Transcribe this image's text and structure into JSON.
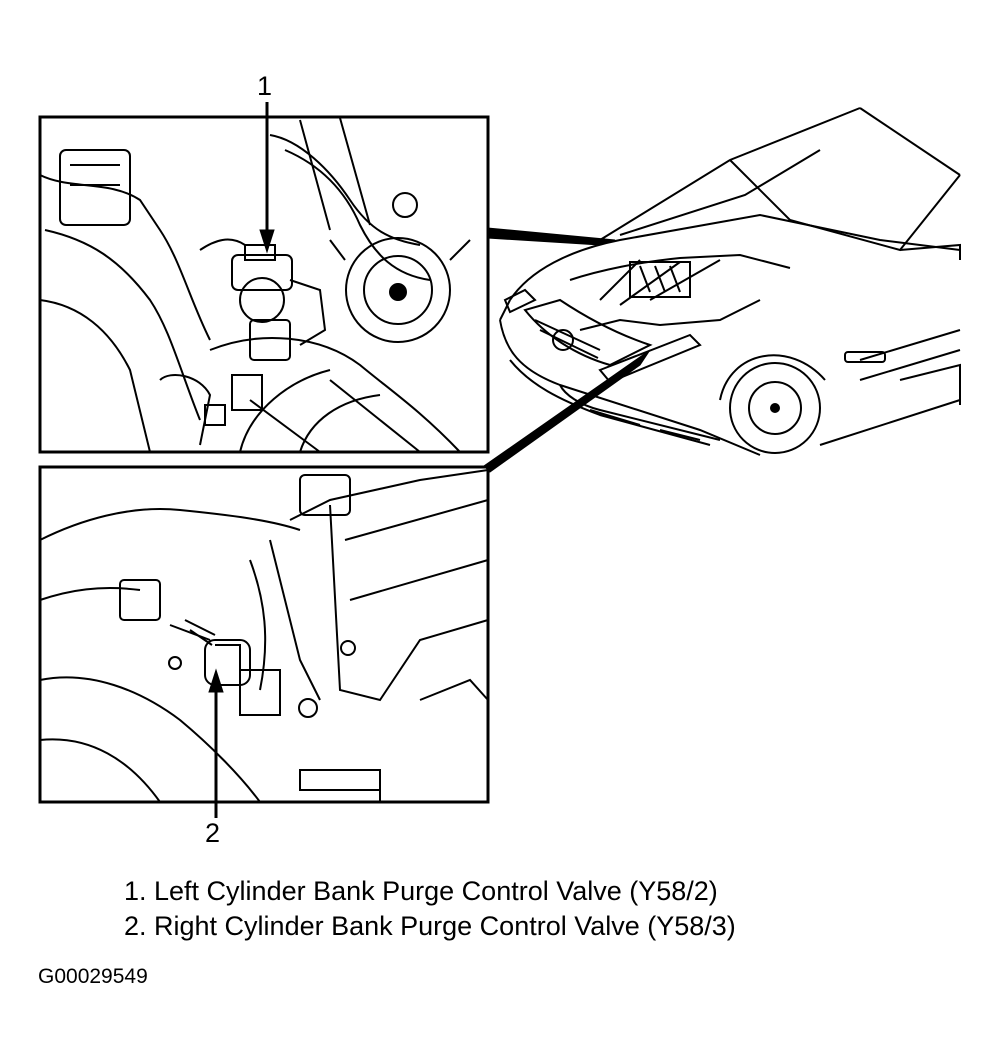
{
  "callouts": [
    {
      "number": "1"
    },
    {
      "number": "2"
    }
  ],
  "legend": [
    {
      "text": "1. Left Cylinder Bank Purge Control Valve (Y58/2)"
    },
    {
      "text": "2. Right Cylinder Bank Purge Control Valve (Y58/3)"
    }
  ],
  "figure_id": "G00029549",
  "colors": {
    "ink": "#000000",
    "paper": "#ffffff"
  }
}
